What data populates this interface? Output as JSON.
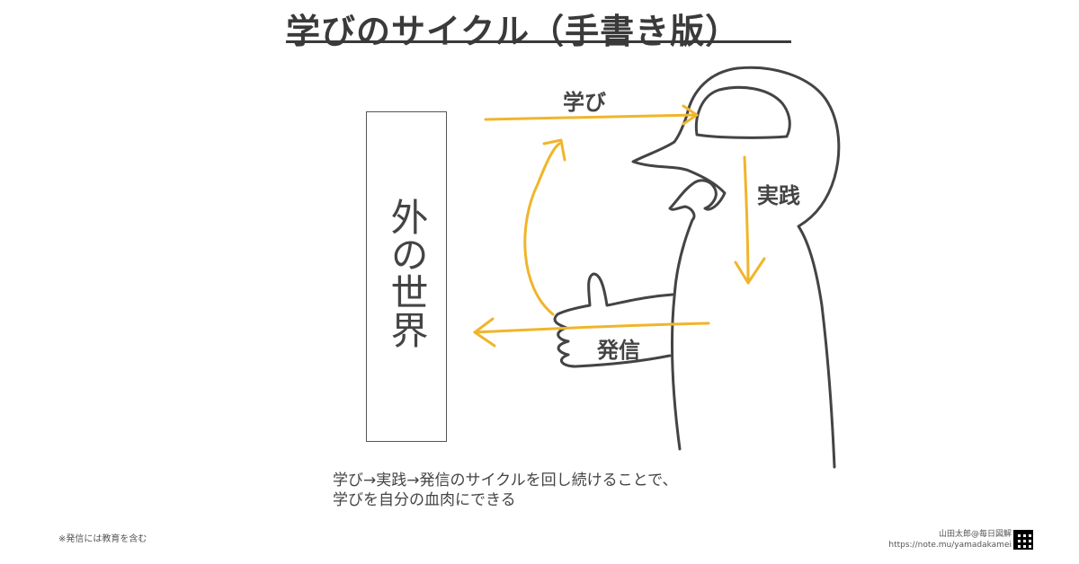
{
  "title": "学びのサイクル（手書き版）",
  "outer_world": "外の世界",
  "labels": {
    "learn": "学び",
    "practice": "実践",
    "output": "発信"
  },
  "caption": {
    "line1": "学び→実践→発信のサイクルを回し続けることで、",
    "line2": "学びを自分の血肉にできる"
  },
  "footnote": "※発信には教育を含む",
  "credit": {
    "author": "山田太郎@毎日図解",
    "url": "https://note.mu/yamadakamei"
  },
  "colors": {
    "arrow": "#f0b52a",
    "sketch": "#444444",
    "text": "#333333"
  }
}
